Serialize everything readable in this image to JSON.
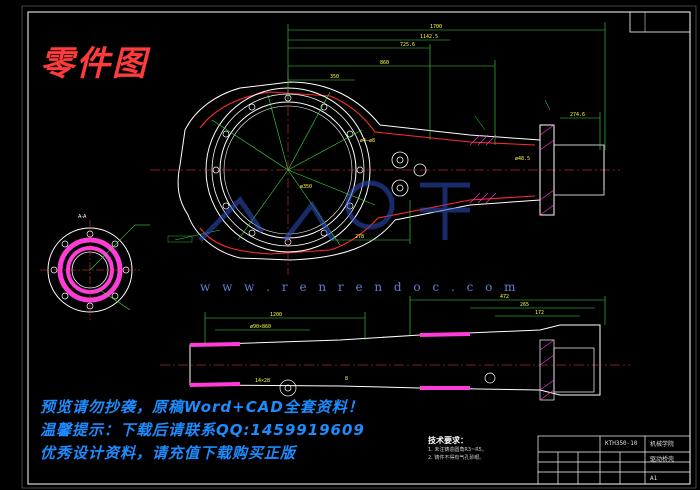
{
  "drawing": {
    "title": "零件图",
    "watermark_url": "w w w . r e n r e n d o c . c o m",
    "notices": [
      "预览请勿抄袭，原稿Word+CAD全套资料！",
      "温馨提示：下载后请联系QQ:1459919609",
      "优秀设计资料，请充值下载购买正版"
    ],
    "tech_req_title": "技术要求：",
    "tech_req_lines": [
      "1. 未注铸造圆角R3~R5。",
      "2. 铸件不得有气孔砂眼。"
    ]
  },
  "title_block": {
    "code": "KTH350-10",
    "school": "机械学院",
    "name": "驱动桥壳",
    "sheet": "A1"
  },
  "colors": {
    "background": "#000000",
    "outline": "#ffffff",
    "dimension": "#3ee03e",
    "hatch": "#ff3bd8",
    "center": "#ff4040",
    "dim_text": "#ffff40"
  }
}
